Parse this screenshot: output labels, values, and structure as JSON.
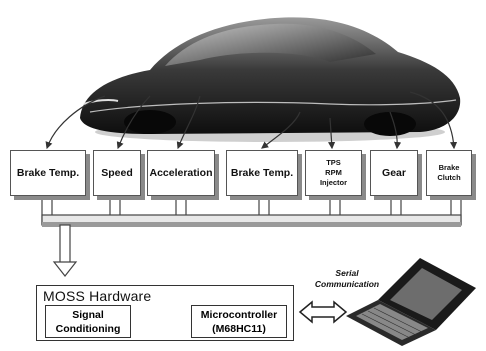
{
  "sensors": [
    {
      "label": "Brake Temp."
    },
    {
      "label": "Speed"
    },
    {
      "label": "Acceleration"
    },
    {
      "label": "Brake Temp."
    },
    {
      "label": "TPS\nRPM\nInjector"
    },
    {
      "label": "Gear"
    },
    {
      "label": "Brake\nClutch"
    }
  ],
  "hardware": {
    "title": "MOSS Hardware",
    "signal_conditioning": "Signal\nConditioning",
    "microcontroller": "Microcontroller\n(M68HC11)"
  },
  "serial_label": "Serial\nCommunication"
}
